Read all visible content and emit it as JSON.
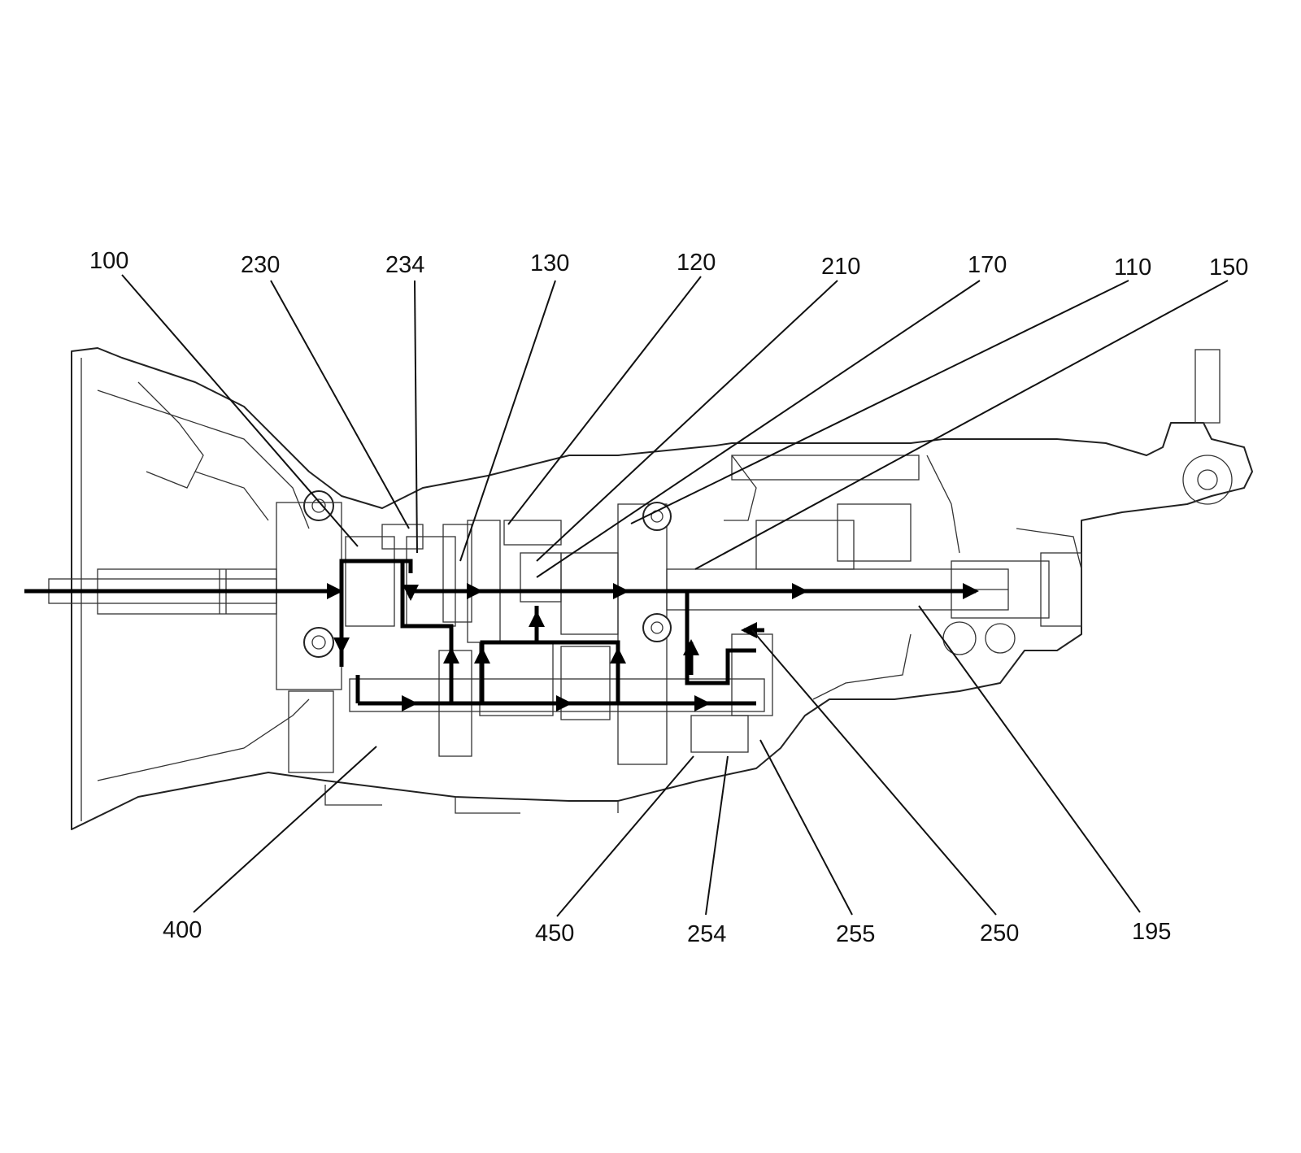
{
  "diagram": {
    "callouts_top": [
      "100",
      "230",
      "234",
      "130",
      "120",
      "210",
      "170",
      "110",
      "150"
    ],
    "callouts_bottom": [
      "400",
      "450",
      "254",
      "255",
      "250",
      "195"
    ]
  },
  "colors": {
    "line": "#222222",
    "flow": "#000000",
    "background": "#ffffff"
  }
}
